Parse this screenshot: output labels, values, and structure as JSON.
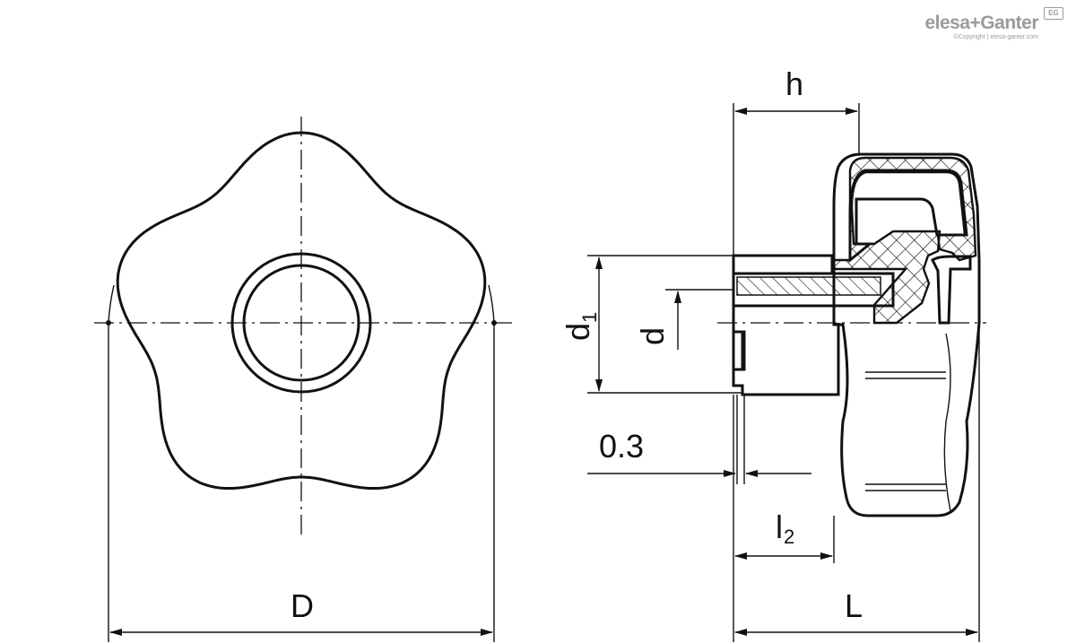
{
  "brand": {
    "name": "elesa+Ganter",
    "badge": "EG",
    "copyright": "©Copyright | elesa-ganter.com"
  },
  "dimensions": {
    "D": "D",
    "L": "L",
    "h": "h",
    "d": "d",
    "d1_main": "d",
    "d1_sub": "1",
    "l2_main": "l",
    "l2_sub": "2",
    "offset": "0.3"
  }
}
